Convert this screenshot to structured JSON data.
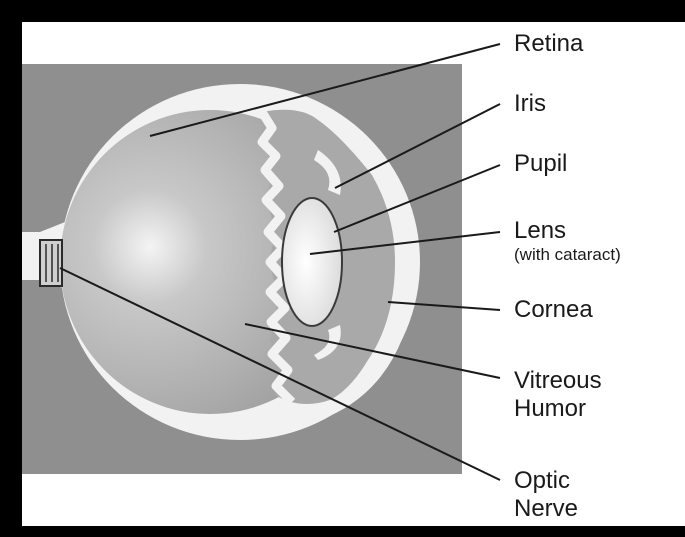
{
  "labels": {
    "retina": "Retina",
    "iris": "Iris",
    "pupil": "Pupil",
    "lens": "Lens",
    "lens_note": "(with cataract)",
    "cornea": "Cornea",
    "vitreous_1": "Vitreous",
    "vitreous_2": "Humor",
    "optic_1": "Optic",
    "optic_2": "Nerve"
  },
  "colors": {
    "background_panel": "#8f8f8f",
    "eyeball": "#b5b5b5",
    "sclera": "#f2f2f2",
    "border": "#000000"
  }
}
